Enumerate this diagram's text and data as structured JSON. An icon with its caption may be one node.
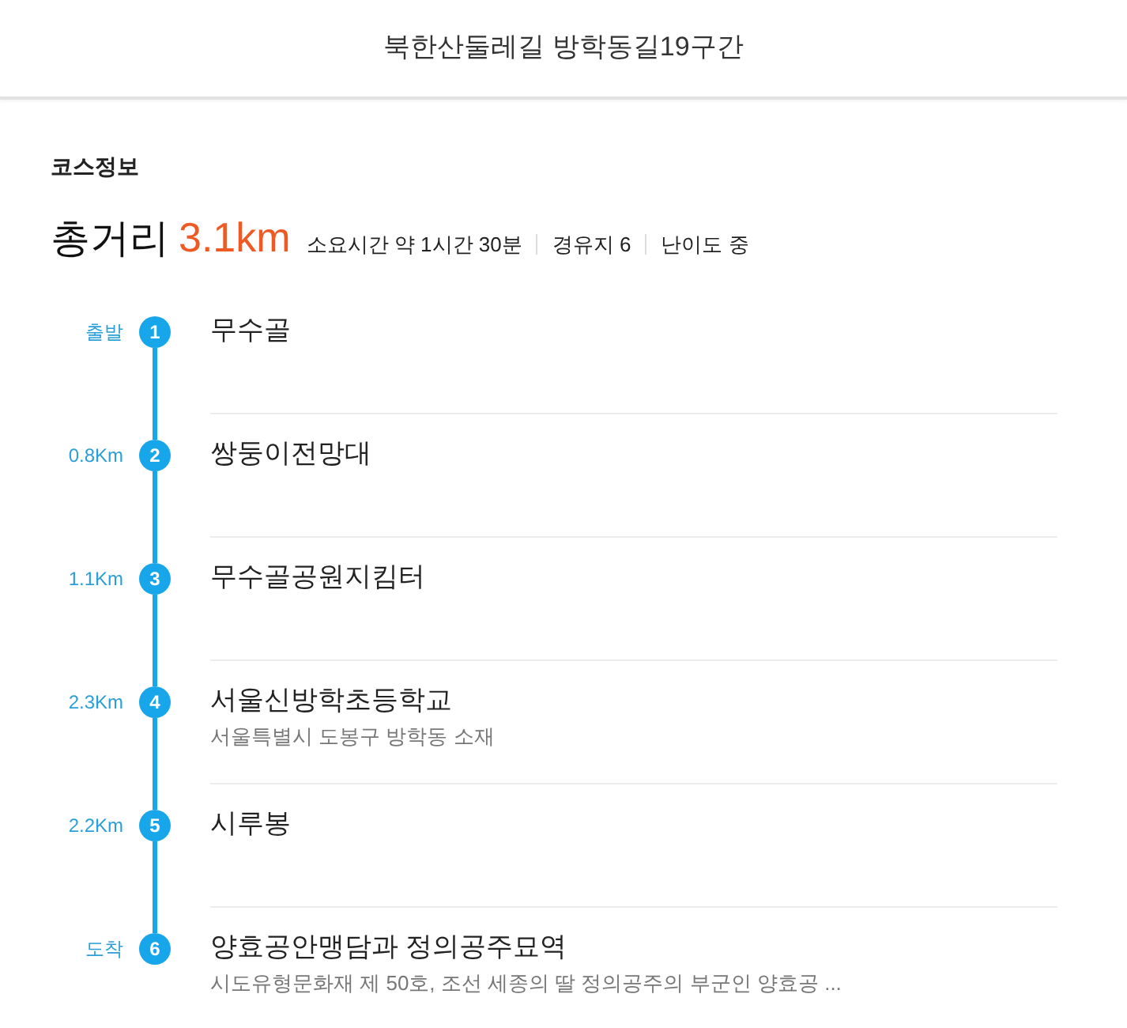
{
  "diagram": {
    "title": "북한산둘레길 방학동길19구간",
    "nodes": [
      {
        "text": [
          "1"
        ],
        "beside": [
          "출발",
          "무수골"
        ]
      },
      {
        "text": [
          "2"
        ],
        "beside": [
          "0.8Km",
          "쌍둥이전망대"
        ]
      },
      {
        "text": [
          "3"
        ],
        "beside": [
          "1.1Km",
          "무수골공원지킴터"
        ]
      },
      {
        "text": [
          "4"
        ],
        "beside": [
          "2.3Km",
          "서울신방학초등학교",
          "서울특별시 도봉구 방학동 소재"
        ]
      },
      {
        "text": [
          "5"
        ],
        "beside": [
          "2.2Km",
          "시루봉"
        ]
      },
      {
        "text": [
          "6"
        ],
        "beside": [
          "도착",
          "양효공안맹담과 정의공주묘역",
          "시도유형문화재 제 50호, 조선 세종의 딸 정의공주의 부군인 양효공 ..."
        ]
      }
    ],
    "edges": [
      {
        "from": 0,
        "to": 1,
        "arrow": "none"
      },
      {
        "from": 1,
        "to": 2,
        "arrow": "none"
      },
      {
        "from": 2,
        "to": 3,
        "arrow": "none"
      },
      {
        "from": 3,
        "to": 4,
        "arrow": "none"
      },
      {
        "from": 4,
        "to": 5,
        "arrow": "none"
      }
    ],
    "labels": [
      "코스정보",
      "총거리",
      "3.1km",
      "소요시간 약 1시간 30분",
      "경유지 6",
      "난이도 중"
    ]
  }
}
